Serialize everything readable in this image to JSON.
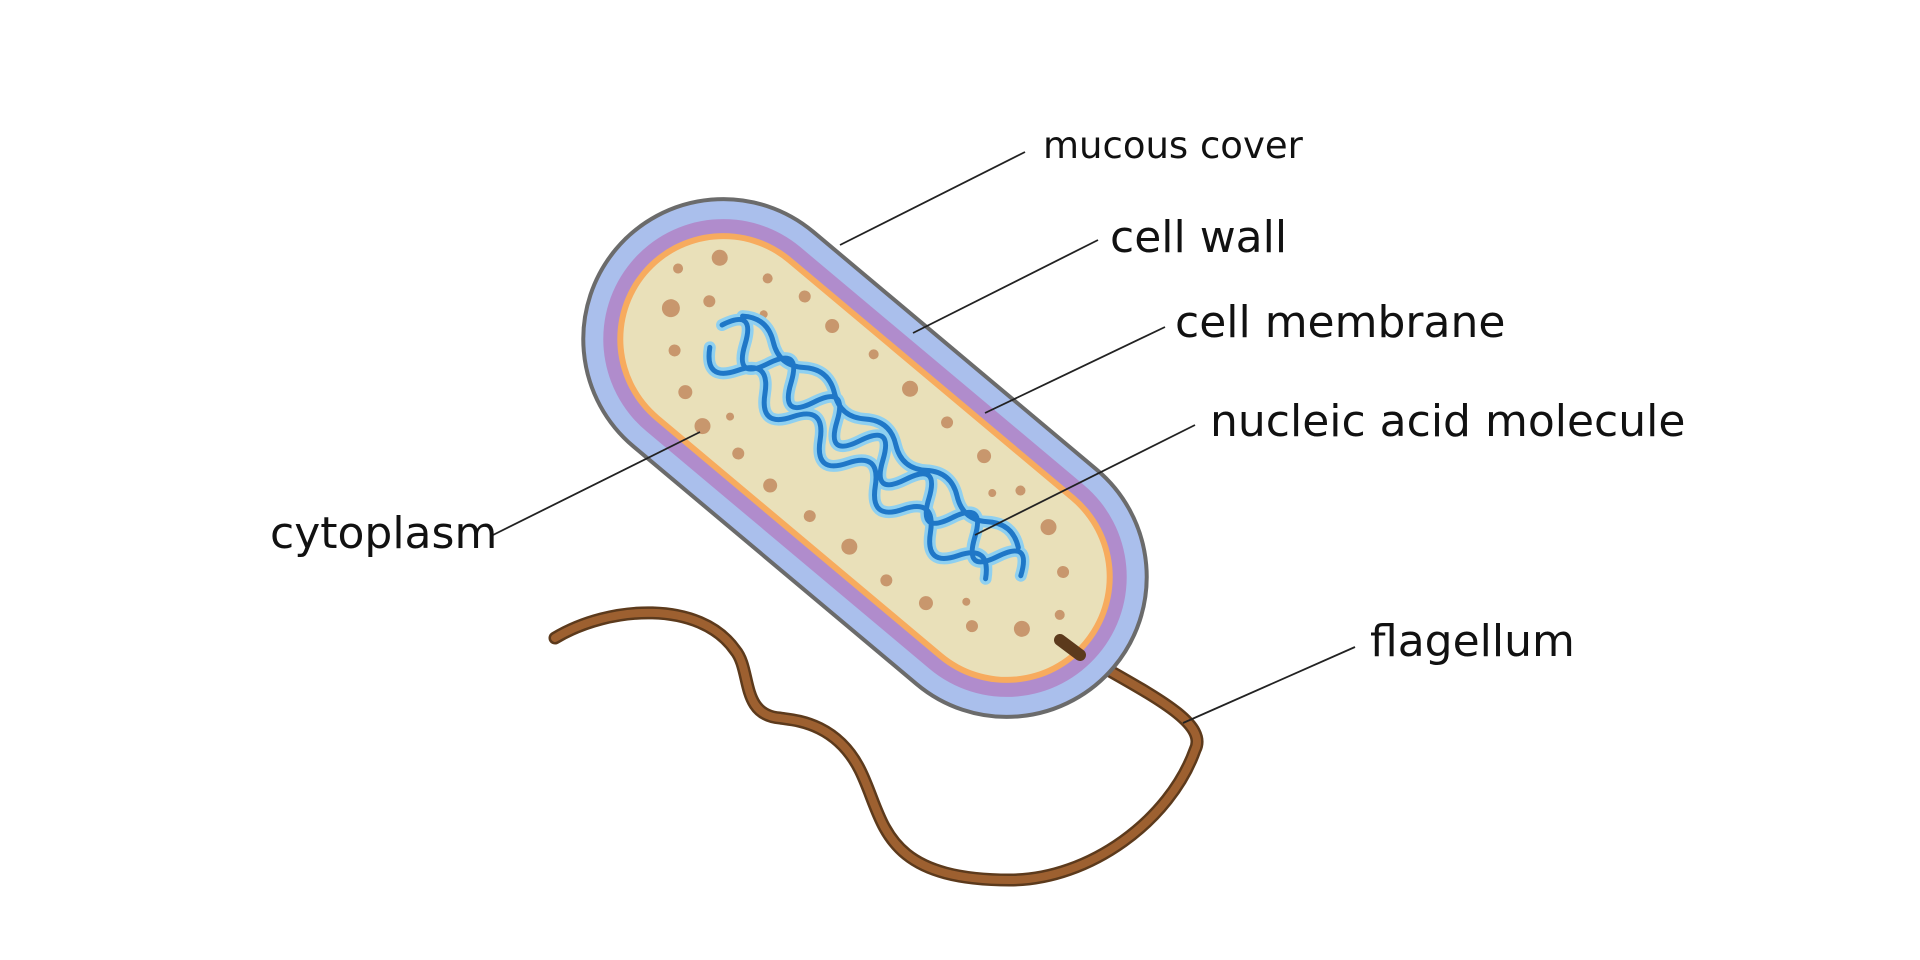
{
  "labels": {
    "mucous_cover": "mucous cover",
    "cell_wall": "cell wall",
    "cell_membrane": "cell membrane",
    "nucleic_acid": "nucleic acid molecule",
    "cytoplasm": "cytoplasm",
    "flagellum": "flagellum"
  },
  "colors": {
    "mucous_cover": "#aabfec",
    "cell_wall": "#b08ccc",
    "cell_membrane": "#f7ab5e",
    "cytoplasm": "#e9e0b9",
    "granule": "#c8976d",
    "nucleic_acid": "#1f77c7",
    "nucleic_acid_glow": "#8fd0f0",
    "flagellum": "#9d6030",
    "outline": "#6b6b6b"
  }
}
